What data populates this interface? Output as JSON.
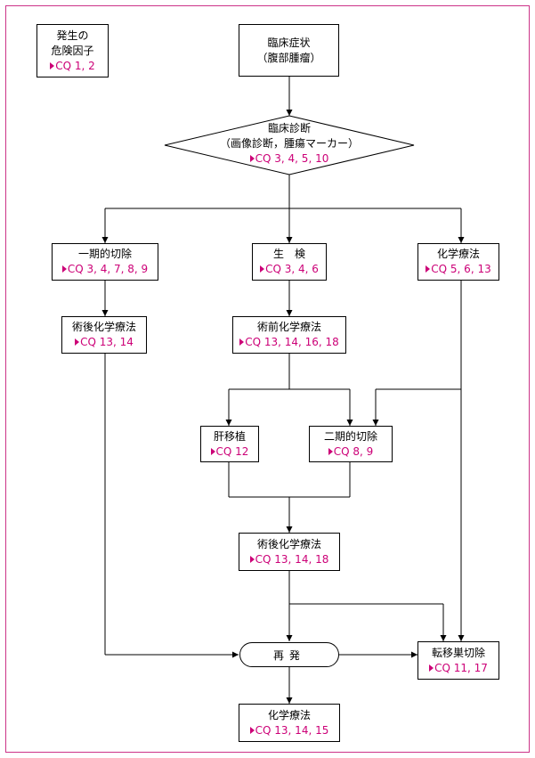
{
  "colors": {
    "frame": "#cc3388",
    "reference": "#cc0077",
    "line": "#000000"
  },
  "risk": {
    "title_line1": "発生の",
    "title_line2": "危険因子",
    "ref": "CQ 1, 2"
  },
  "symptoms": {
    "title": "臨床症状",
    "subtitle": "（腹部腫瘤）"
  },
  "diagnosis": {
    "title": "臨床診断",
    "subtitle": "（画像診断，腫瘍マーカー）",
    "ref": "CQ 3, 4, 5, 10"
  },
  "primary_resection": {
    "title": "一期的切除",
    "ref": "CQ 3, 4, 7, 8, 9"
  },
  "biopsy": {
    "title": "生　検",
    "ref": "CQ 3, 4, 6"
  },
  "chemo_first": {
    "title": "化学療法",
    "ref": "CQ 5, 6, 13"
  },
  "postop_chemo_1": {
    "title": "術後化学療法",
    "ref": "CQ 13, 14"
  },
  "preop_chemo": {
    "title": "術前化学療法",
    "ref": "CQ 13, 14, 16, 18"
  },
  "transplant": {
    "title": "肝移植",
    "ref": "CQ 12"
  },
  "secondary_resection": {
    "title": "二期的切除",
    "ref": "CQ 8, 9"
  },
  "postop_chemo_2": {
    "title": "術後化学療法",
    "ref": "CQ 13, 14, 18"
  },
  "recurrence": {
    "title": "再発"
  },
  "metastasis_resection": {
    "title": "転移巣切除",
    "ref": "CQ 11, 17"
  },
  "chemo_last": {
    "title": "化学療法",
    "ref": "CQ 13, 14, 15"
  }
}
